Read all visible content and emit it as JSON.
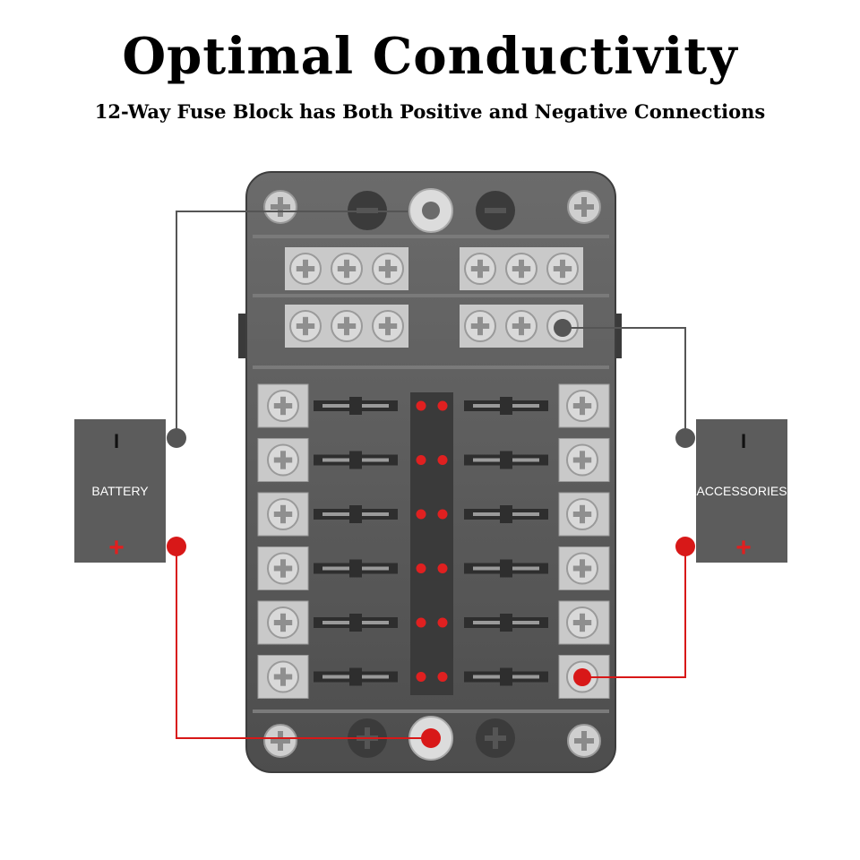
{
  "header": {
    "title": "Optimal Conductivity",
    "subtitle": "12-Way Fuse Block has Both Positive and Negative Connections"
  },
  "battery": {
    "label": "BATTERY",
    "neg_symbol": "I",
    "pos_symbol": "+"
  },
  "accessories": {
    "label": "ACCESSORIES",
    "neg_symbol": "I",
    "pos_symbol": "+"
  },
  "fuse_block": {
    "fuse_count": 12,
    "led_color": "#e02020"
  },
  "colors": {
    "wire_positive": "#d81818",
    "wire_negative": "#555555",
    "housing": "#5b5b5b",
    "terminal": "#c9c9c9"
  }
}
